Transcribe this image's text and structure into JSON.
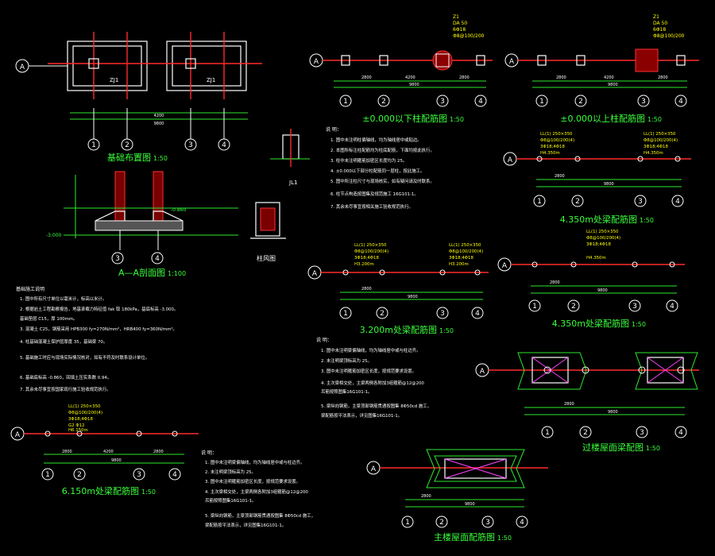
{
  "titles": {
    "foundation_plan": "基础布置图",
    "foundation_plan_scale": "1:50",
    "section_aa": "A—A剖面图",
    "section_aa_scale": "1:100",
    "col_below": "±0.000以下柱配筋图",
    "col_below_scale": "1:50",
    "col_above": "±0.000以上柱配筋图",
    "col_above_scale": "1:50",
    "beam_4350_a": "4.350m处梁配筋图",
    "beam_4350_a_scale": "1:50",
    "beam_3200": "3.200m处梁配筋图",
    "beam_3200_scale": "1:50",
    "beam_4350_b": "4.350m处梁配筋图",
    "beam_4350_b_scale": "1:50",
    "beam_6150": "6.150m处梁配筋图",
    "beam_6150_scale": "1:50",
    "corridor_roof": "过楼屋面梁配图",
    "corridor_roof_scale": "1:50",
    "main_roof": "主楼屋面配筋图",
    "main_roof_scale": "1:50",
    "column_label": "柱风图",
    "jl1_label": "JL1"
  },
  "grid": {
    "axes": [
      "1",
      "2",
      "3",
      "4"
    ],
    "row": "A"
  },
  "labels": {
    "zj": "ZJ1",
    "z1": "Z1",
    "z1_size": "DA 50",
    "z1_bars": "6Φ18",
    "z1_stirrup": "Φ8@100/200",
    "dim_small": "2800",
    "dim_mid": "4200",
    "dim_total": "9800",
    "lcc_beam": "LL(1) 250×350",
    "lcc_stirrup": "Φ8@100/200(4)",
    "lcc_bars": "3Φ18;4Φ18",
    "elev_4350": "H4.350m",
    "elev_3200": "H3.200m",
    "elev_6150": "H6.150m",
    "g2": "G2 Φ12"
  },
  "notes_col": {
    "heading": "说 明：",
    "lines": [
      "1. 图中未注明柱偏轴线，均为轴线居中或贴边。",
      "2. 本图所标注柱配筋均为柱底配筋，下面均按此执行。",
      "3. 柱中未注明箍筋加密区长度均为 25。",
      "4. ±0.000以下部分柱配筋同一层柱，按此施工。",
      "5. 图中所注柱尺寸与现场核实，如有疑问请及时联系。",
      "6. 柱节点构造按图集及规范施工 16G101-1。",
      "7. 其余未尽事宜按相关施工验收规范执行。"
    ]
  },
  "notes_beam_a": {
    "heading": "说 明：",
    "lines": [
      "1. 图中未注明梁偏轴线，均为轴线居中或与柱边齐。",
      "2. 未注明梁顶标高为 25。",
      "3. 图中未注明箍筋加密区长度，按规范要求设置。",
      "4. 主次梁相交处，主梁两侧各附加3组箍筋@12@200",
      "   吊筋按照图集16G101-1。",
      "5. 梁纵向钢筋，主梁顶部钢筋贯通按图集 8Φ50cd 施工，",
      "   梁配筋按平法表示，详见图集16G101-1。"
    ]
  },
  "notes_beam_b": {
    "heading": "说 明：",
    "lines": [
      "1. 图中未注明梁偏轴线，均为轴线居中或与柱边齐。",
      "2. 未注明梁顶标高为 25。",
      "3. 图中未注明箍筋加密区长度，按规范要求设置。",
      "4. 主次梁相交处，主梁两侧各附加3组箍筋@12@200",
      "   吊筋按照图集16G101-1。",
      "5. 梁纵向钢筋，主梁顶部钢筋贯通按图集 8Φ50cd 施工，",
      "   梁配筋按平法表示，详见图集16G101-1。"
    ]
  },
  "notes_foundation": {
    "heading": "基础施工说明",
    "lines": [
      "1. 图中所有尺寸单位以毫米计，标高以米计。",
      "2. 根据岩土工程勘察报告，地基承载力特征值 fak 取 180kPa，基底标高 -3.000。",
      "   基础垫层 C15，厚 100mm。",
      "3. 混凝土 C25，钢筋采用 HPB300 fy=270N/mm²，HRB400 fy=360N/mm²。",
      "4. 柱基础混凝土保护层厚度 35，基础梁 70。",
      "5. 基础施工时应与现场实际情况核对，如有不符及时联系设计单位。",
      "6. 基础底标高 -0.860，回填土压实系数 0.94。",
      "7. 其余未尽事宜按国家现行施工验收规范执行。"
    ]
  }
}
